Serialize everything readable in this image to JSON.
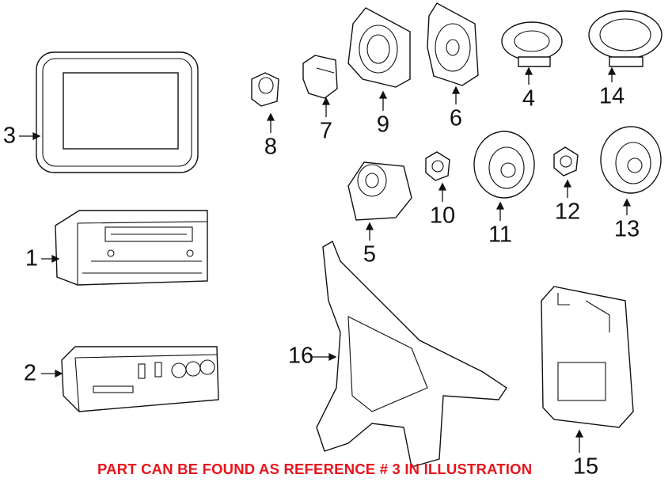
{
  "callouts": [
    "1",
    "2",
    "3",
    "4",
    "5",
    "6",
    "7",
    "8",
    "9",
    "10",
    "11",
    "12",
    "13",
    "14",
    "15",
    "16"
  ],
  "note": "PART CAN BE FOUND AS REFERENCE # 3 IN ILLUSTRATION",
  "colors": {
    "note": "#e8141c",
    "line": "#111111"
  }
}
